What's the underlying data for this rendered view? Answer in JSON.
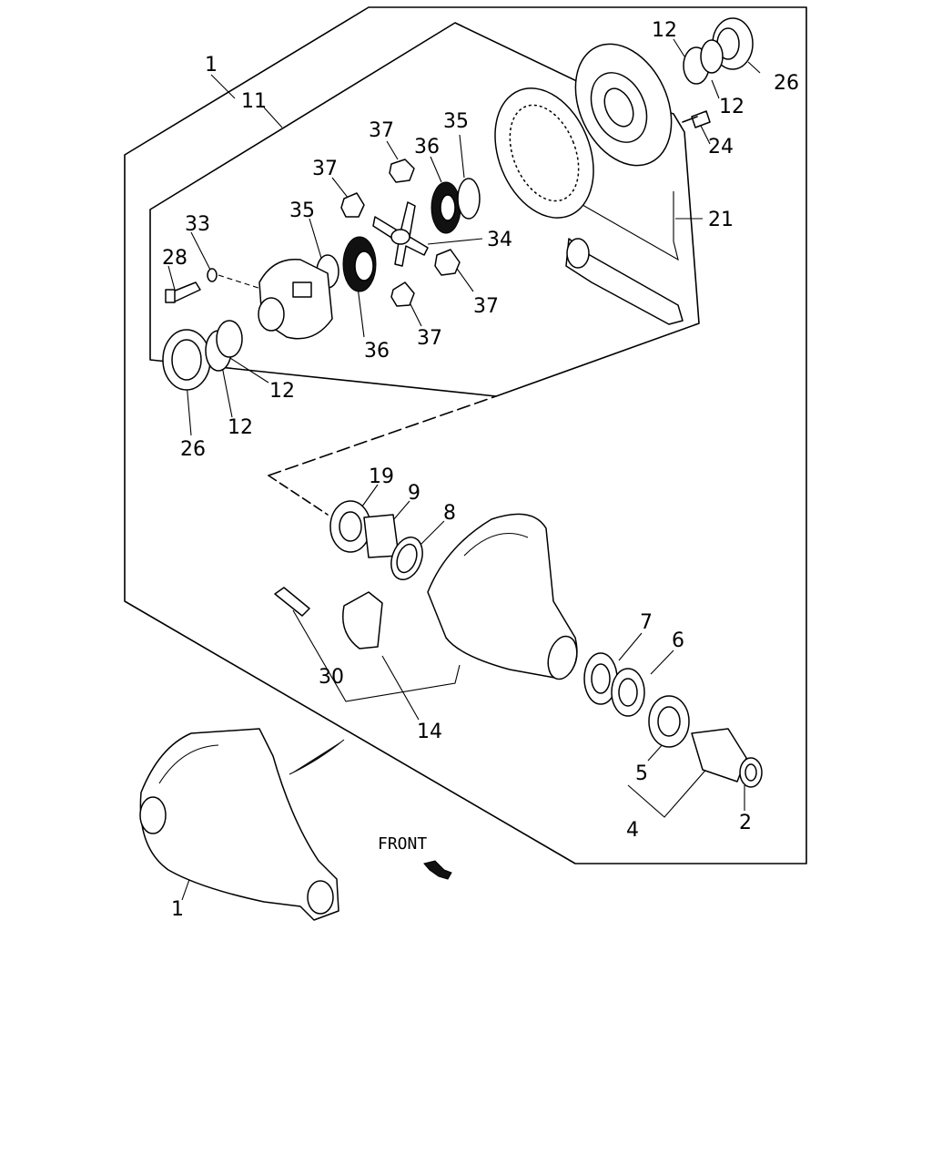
{
  "labels": {
    "l1_top": "1",
    "l11": "11",
    "l12_tr1": "12",
    "l26_tr": "26",
    "l12_tr2": "12",
    "l24": "24",
    "l21": "21",
    "l37_a": "37",
    "l35_a": "35",
    "l36_a": "36",
    "l37_b": "37",
    "l33": "33",
    "l28": "28",
    "l35_b": "35",
    "l34": "34",
    "l37_c": "37",
    "l36_b": "36",
    "l37_d": "37",
    "l12_l1": "12",
    "l12_l2": "12",
    "l26_l": "26",
    "l19": "19",
    "l9": "9",
    "l8": "8",
    "l7": "7",
    "l6": "6",
    "l30": "30",
    "l14": "14",
    "l5": "5",
    "l4": "4",
    "l2": "2",
    "l1_bottom": "1"
  },
  "front_text": "FRONT"
}
